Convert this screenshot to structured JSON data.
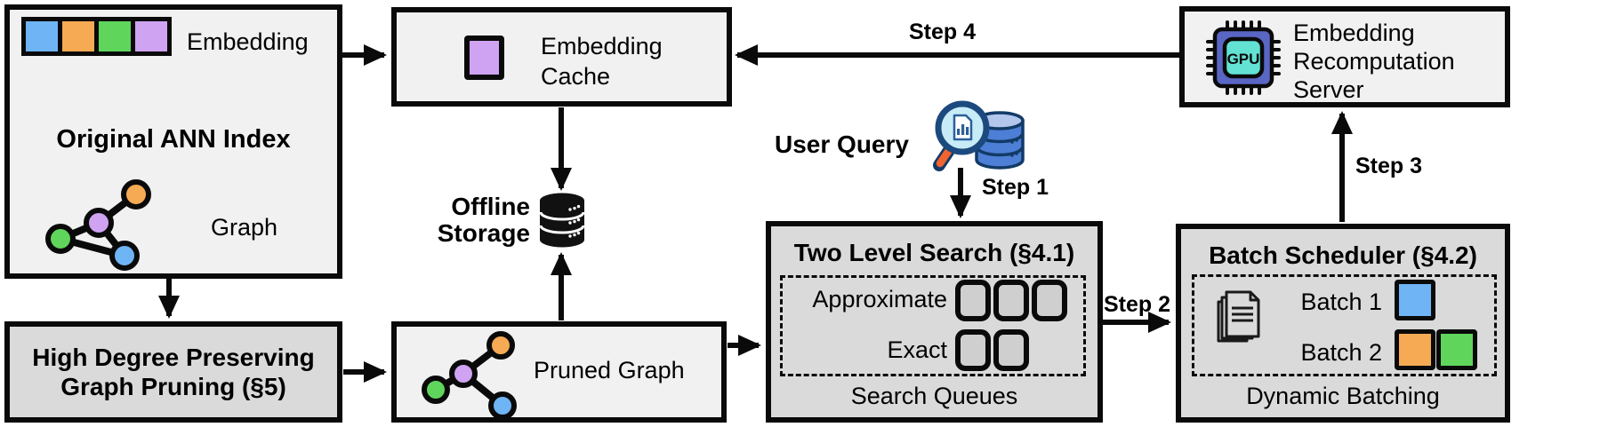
{
  "diagram": {
    "ann_index": {
      "title": "Original ANN Index",
      "embedding_label": "Embedding",
      "graph_label": "Graph"
    },
    "embedding_cache": {
      "label": "Embedding Cache"
    },
    "recomputation_server": {
      "label": "Embedding Recomputation Server",
      "chip_label": "GPU"
    },
    "offline_storage": {
      "label": "Offline Storage"
    },
    "user_query": {
      "label": "User Query"
    },
    "graph_pruning": {
      "title": "High Degree Preserving Graph Pruning (§5)"
    },
    "pruned_graph": {
      "label": "Pruned Graph"
    },
    "two_level_search": {
      "title": "Two Level Search (§4.1)",
      "row1_label": "Approximate",
      "row1_slots": 3,
      "row2_label": "Exact",
      "row2_slots": 2,
      "caption": "Search Queues"
    },
    "batch_scheduler": {
      "title": "Batch Scheduler (§4.2)",
      "batch1_label": "Batch 1",
      "batch1_colors": [
        "#6FB4F4"
      ],
      "batch2_label": "Batch 2",
      "batch2_colors": [
        "#F6AA54",
        "#5FD55C"
      ],
      "caption": "Dynamic Batching"
    },
    "steps": {
      "step1": "Step 1",
      "step2": "Step 2",
      "step3": "Step 3",
      "step4": "Step 4"
    },
    "colors": {
      "node_blue": "#6FB4F4",
      "node_orange": "#F6AA54",
      "node_green": "#5FD55C",
      "node_purple": "#CFA3F2",
      "box_light": "#F1F1F1",
      "box_dark": "#DADADA",
      "slot_fill": "#CFCFCF",
      "gpu_chip_body": "#5A66C4",
      "gpu_chip_inner": "#63E2D4",
      "query_db_blue": "#4D7FD6",
      "magnifier_handle_orange": "#F0642F"
    }
  }
}
